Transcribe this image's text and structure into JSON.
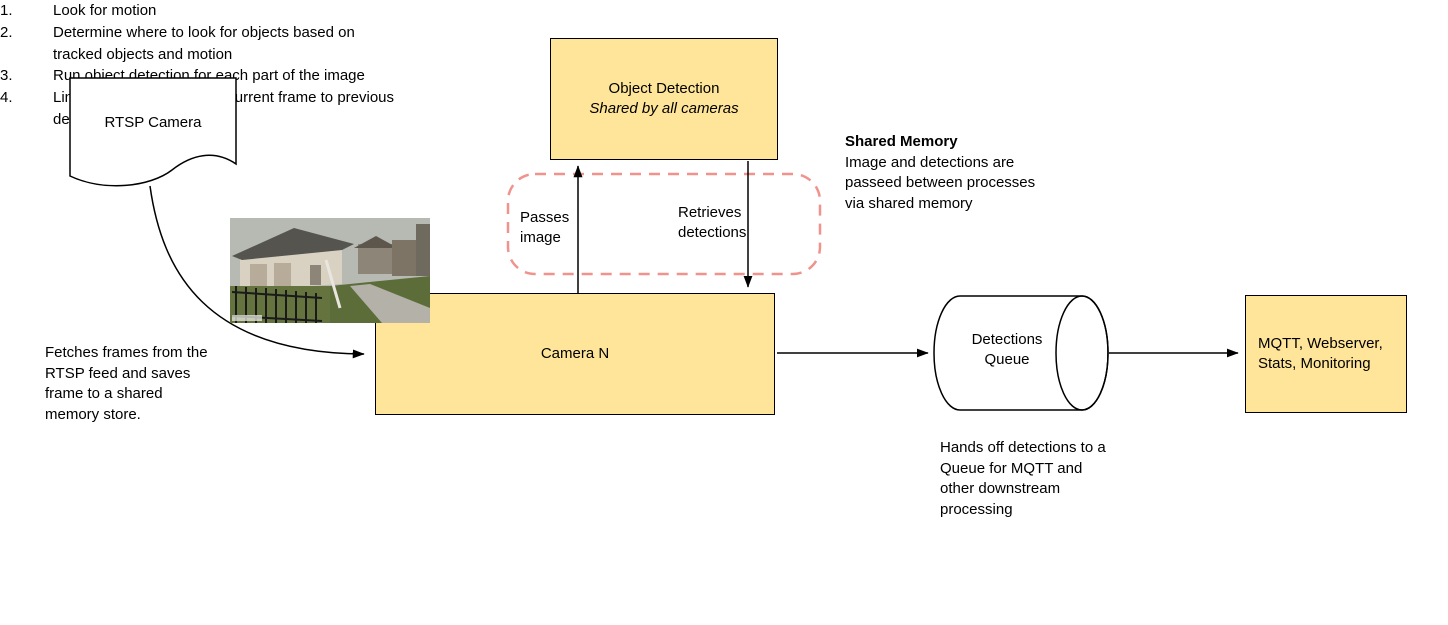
{
  "diagram": {
    "rtsp_camera": {
      "label": "RTSP Camera"
    },
    "fetch_note": "Fetches frames from the RTSP feed and saves frame to a shared memory store.",
    "object_detection": {
      "title": "Object Detection",
      "subtitle": "Shared by all cameras"
    },
    "passes_image_label": "Passes image",
    "retrieves_detections_label": "Retrieves detections",
    "shared_memory": {
      "title": "Shared Memory",
      "body": "Image and detections are passeed between processes via shared memory"
    },
    "camera_n": {
      "label": "Camera N"
    },
    "camera_steps": [
      "Look for motion",
      "Determine where to look for objects based on tracked objects and motion",
      "Run object detection for each part of the image",
      "Link the the objects in the current frame to previous detections and track"
    ],
    "detections_queue": {
      "label": "Detections Queue"
    },
    "queue_note": "Hands off detections to a Queue for MQTT and other downstream processing",
    "mqtt_box": {
      "label": "MQTT, Webserver, Stats, Monitoring"
    },
    "colors": {
      "node_fill": "#ffe599",
      "node_border": "#000000",
      "shared_memory_dash": "#f0938d"
    }
  }
}
